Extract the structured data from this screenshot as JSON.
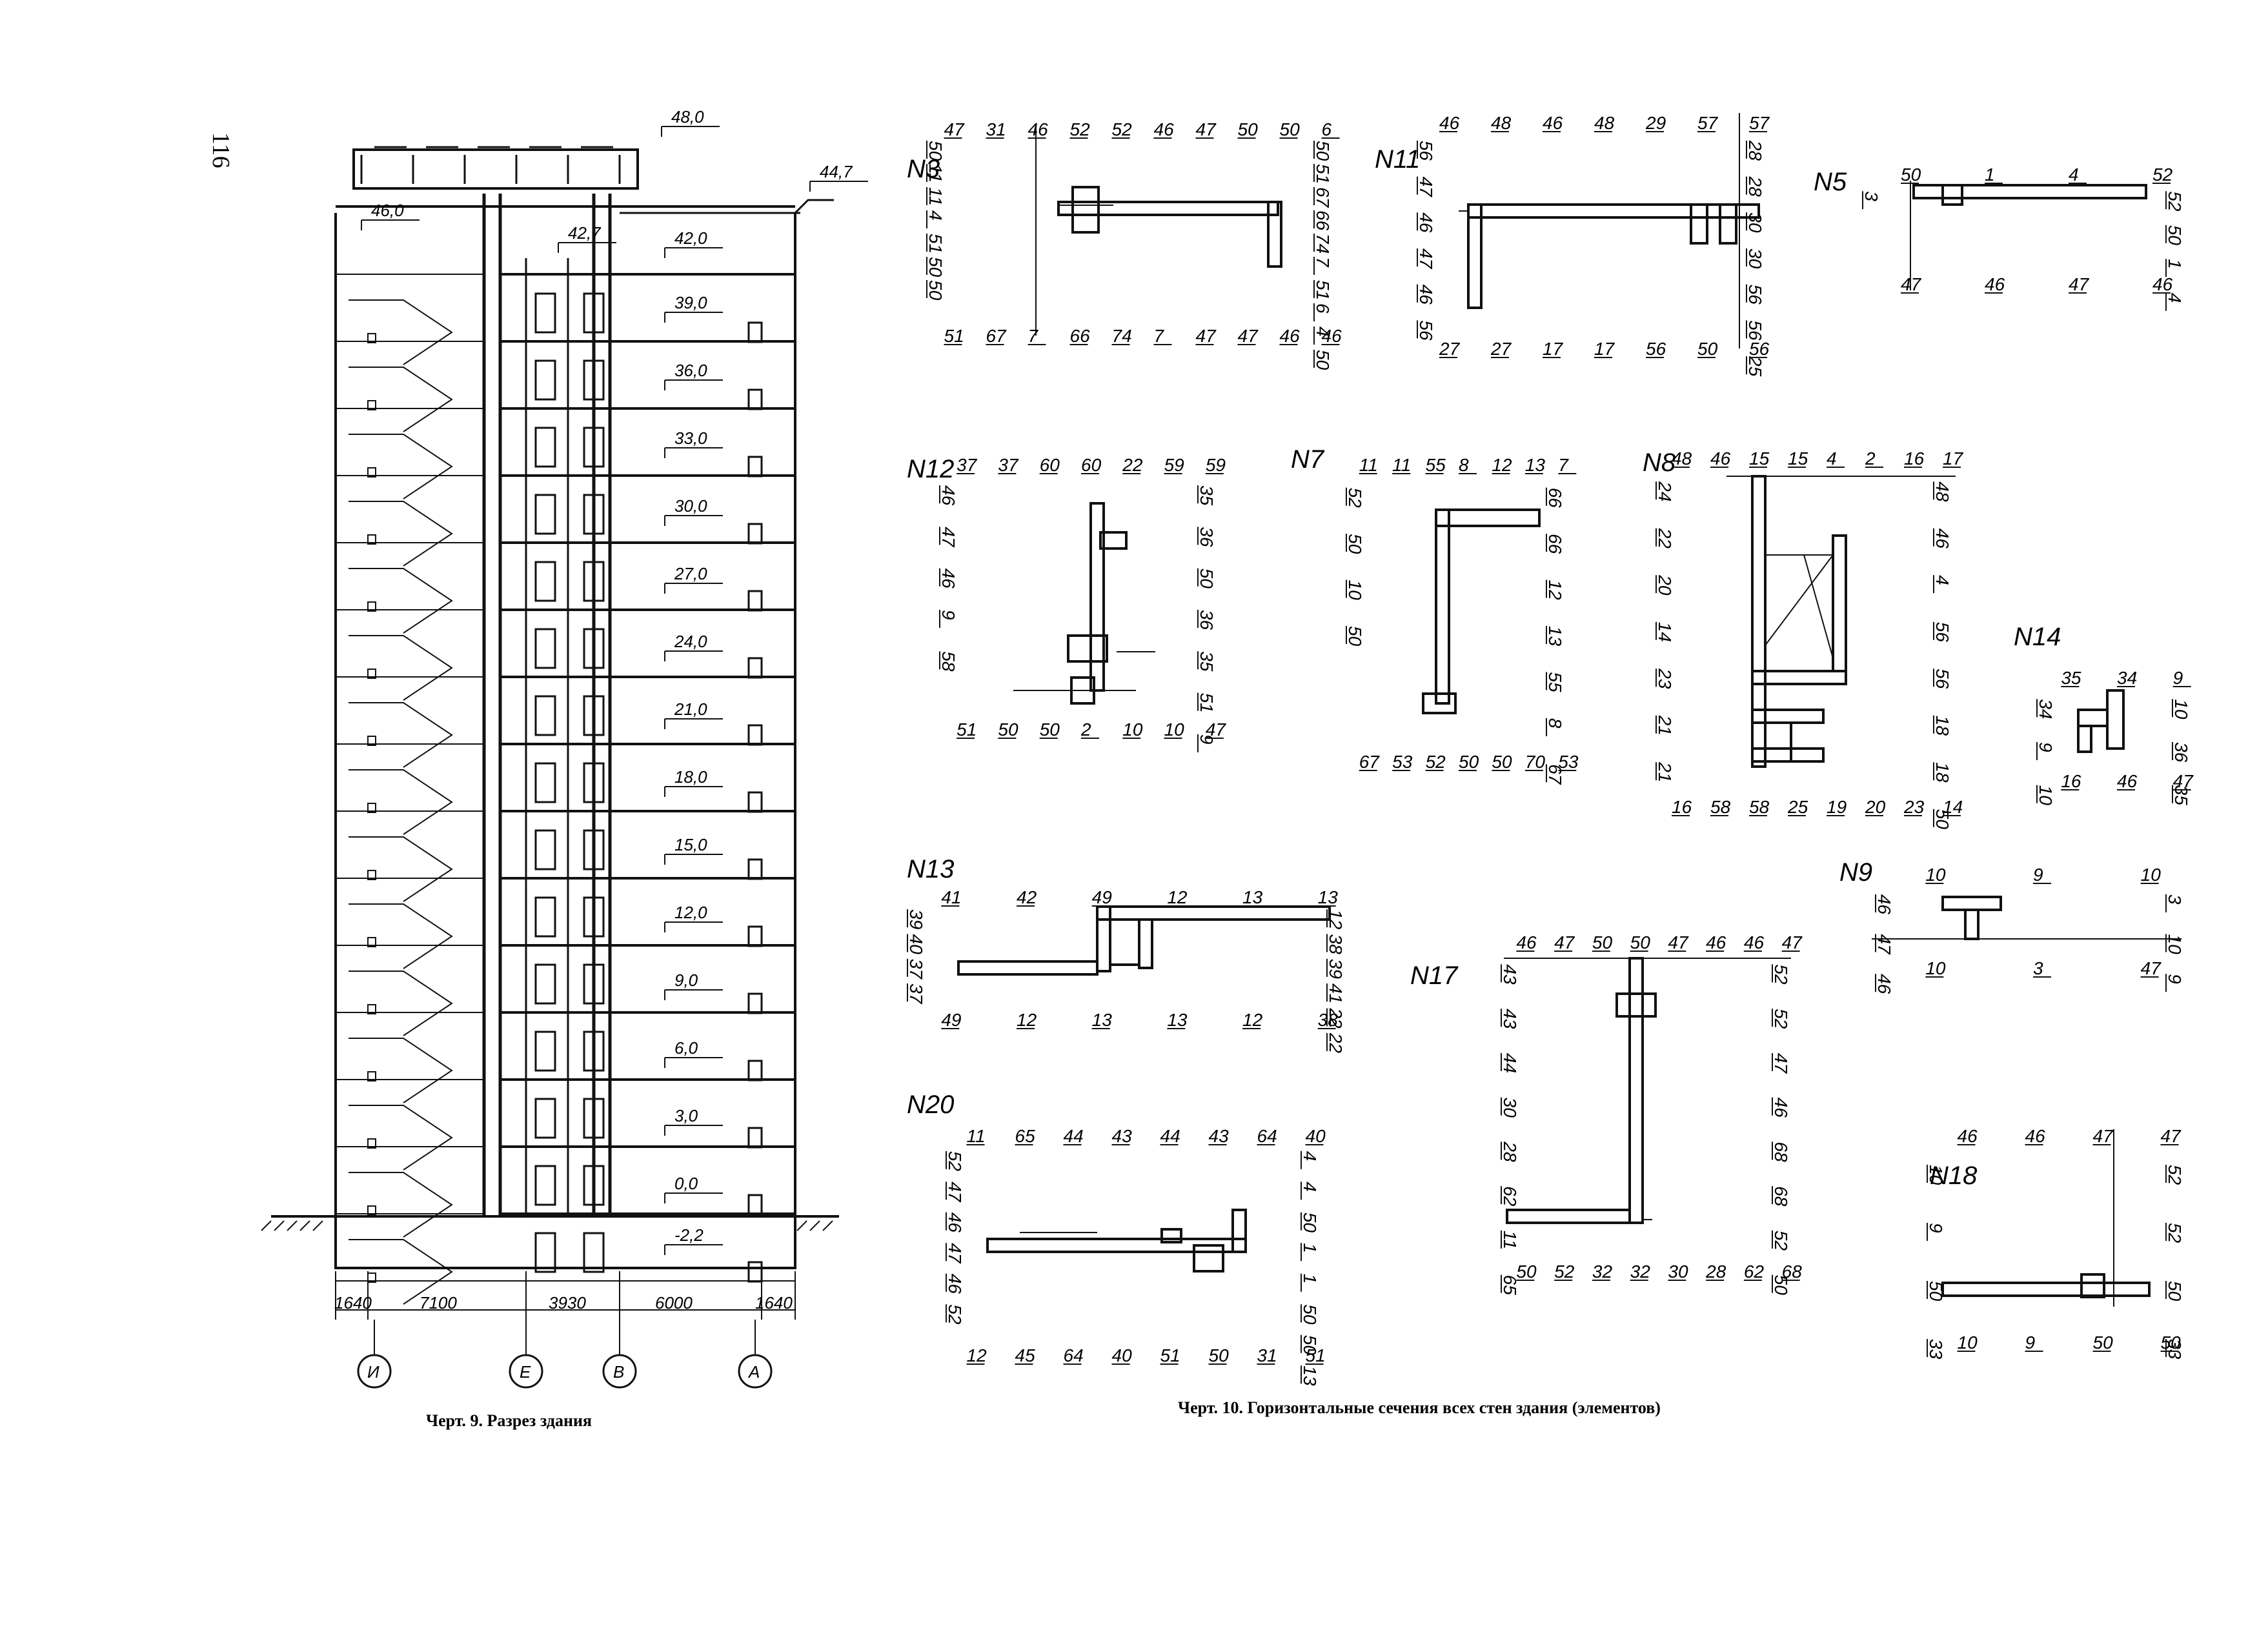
{
  "page_number": "116",
  "section_caption": "Черт. 9. Разрез здания",
  "plans_caption": "Черт. 10. Горизонтальные сечения всех стен здания (элементов)",
  "section": {
    "level_labels": [
      "48,0",
      "46,0",
      "44,7",
      "42,7",
      "42,0",
      "39,0",
      "36,0",
      "33,0",
      "30,0",
      "27,0",
      "24,0",
      "21,0",
      "18,0",
      "15,0",
      "12,0",
      "9,0",
      "6,0",
      "3,0",
      "0,0",
      "-2,2"
    ],
    "spans": [
      "1640",
      "7100",
      "3930",
      "6000",
      "1640"
    ],
    "axes": [
      "И",
      "Е",
      "В",
      "А"
    ]
  },
  "nodes": [
    {
      "id": "N3",
      "title": "N3"
    },
    {
      "id": "N11",
      "title": "N11"
    },
    {
      "id": "N5",
      "title": "N5"
    },
    {
      "id": "N12",
      "title": "N12"
    },
    {
      "id": "N7",
      "title": "N7"
    },
    {
      "id": "N8",
      "title": "N8"
    },
    {
      "id": "N14",
      "title": "N14"
    },
    {
      "id": "N13",
      "title": "N13"
    },
    {
      "id": "N9",
      "title": "N9"
    },
    {
      "id": "N17",
      "title": "N17"
    },
    {
      "id": "N20",
      "title": "N20"
    },
    {
      "id": "N18",
      "title": "N18"
    }
  ],
  "labels": {
    "N3": [
      "47",
      "31",
      "46",
      "52",
      "52",
      "46",
      "47",
      "50",
      "50",
      "6",
      "50",
      "51",
      "67",
      "66",
      "74",
      "7",
      "51",
      "6",
      "4",
      "50",
      "51",
      "67",
      "7",
      "66",
      "74",
      "7",
      "47",
      "47",
      "46",
      "46",
      "50",
      "11",
      "11",
      "4",
      "51",
      "50",
      "50"
    ],
    "N11": [
      "46",
      "48",
      "46",
      "48",
      "29",
      "57",
      "57",
      "28",
      "28",
      "30",
      "30",
      "56",
      "56",
      "25",
      "27",
      "27",
      "17",
      "17",
      "56",
      "50",
      "56",
      "56",
      "47",
      "46",
      "47",
      "46",
      "56"
    ],
    "N5": [
      "50",
      "1",
      "4",
      "52",
      "52",
      "50",
      "1",
      "4",
      "47",
      "46",
      "47",
      "46",
      "3"
    ],
    "N12": [
      "37",
      "37",
      "60",
      "60",
      "22",
      "59",
      "59",
      "35",
      "36",
      "50",
      "36",
      "35",
      "51",
      "9",
      "51",
      "50",
      "50",
      "2",
      "10",
      "10",
      "47",
      "46",
      "47",
      "46",
      "9",
      "58"
    ],
    "N7": [
      "11",
      "11",
      "55",
      "8",
      "12",
      "13",
      "7",
      "66",
      "66",
      "12",
      "13",
      "55",
      "8",
      "67",
      "67",
      "53",
      "52",
      "50",
      "50",
      "70",
      "53",
      "52",
      "50",
      "10",
      "50"
    ],
    "N8": [
      "48",
      "46",
      "15",
      "15",
      "4",
      "2",
      "16",
      "17",
      "48",
      "46",
      "4",
      "56",
      "56",
      "18",
      "18",
      "50",
      "16",
      "58",
      "58",
      "25",
      "19",
      "20",
      "23",
      "14",
      "24",
      "22",
      "20",
      "14",
      "23",
      "21",
      "21"
    ],
    "N14": [
      "35",
      "34",
      "9",
      "10",
      "36",
      "35",
      "16",
      "46",
      "47",
      "34",
      "9",
      "10"
    ],
    "N13": [
      "41",
      "42",
      "49",
      "12",
      "13",
      "13",
      "12",
      "38",
      "39",
      "41",
      "22",
      "22",
      "49",
      "12",
      "13",
      "13",
      "12",
      "38",
      "39",
      "40",
      "37",
      "37"
    ],
    "N9": [
      "10",
      "9",
      "10",
      "3",
      "10",
      "9",
      "10",
      "3",
      "47",
      "46",
      "47",
      "46"
    ],
    "N17": [
      "46",
      "47",
      "50",
      "50",
      "47",
      "46",
      "46",
      "47",
      "52",
      "52",
      "47",
      "46",
      "68",
      "68",
      "52",
      "50",
      "50",
      "52",
      "32",
      "32",
      "30",
      "28",
      "62",
      "68",
      "43",
      "43",
      "44",
      "30",
      "28",
      "62",
      "11",
      "65"
    ],
    "N20": [
      "11",
      "65",
      "44",
      "43",
      "44",
      "43",
      "64",
      "40",
      "4",
      "4",
      "50",
      "1",
      "1",
      "50",
      "50",
      "13",
      "12",
      "45",
      "64",
      "40",
      "51",
      "50",
      "31",
      "51",
      "52",
      "47",
      "46",
      "47",
      "46",
      "52"
    ],
    "N18": [
      "46",
      "46",
      "47",
      "47",
      "52",
      "52",
      "50",
      "33",
      "10",
      "9",
      "50",
      "50",
      "10",
      "9",
      "50",
      "33"
    ]
  }
}
